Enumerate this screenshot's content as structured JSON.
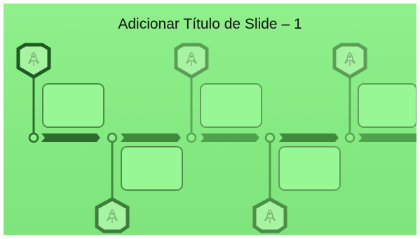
{
  "slide": {
    "title": "Adicionar Título de Slide – 1"
  },
  "timeline": {
    "milestone_count": 5,
    "milestones": [
      {
        "icon": "rocket-icon",
        "position": "top"
      },
      {
        "icon": "rocket-icon",
        "position": "bottom"
      },
      {
        "icon": "rocket-icon",
        "position": "top"
      },
      {
        "icon": "rocket-icon",
        "position": "bottom"
      },
      {
        "icon": "rocket-icon",
        "position": "top"
      }
    ]
  },
  "colors": {
    "background": "#8ff08b",
    "dark_green": "#2e7d32",
    "mid_green": "#4c9b48",
    "light_green": "#5aaf55",
    "box_outline": "#5f9e5b",
    "box_fill": "#98f795"
  }
}
